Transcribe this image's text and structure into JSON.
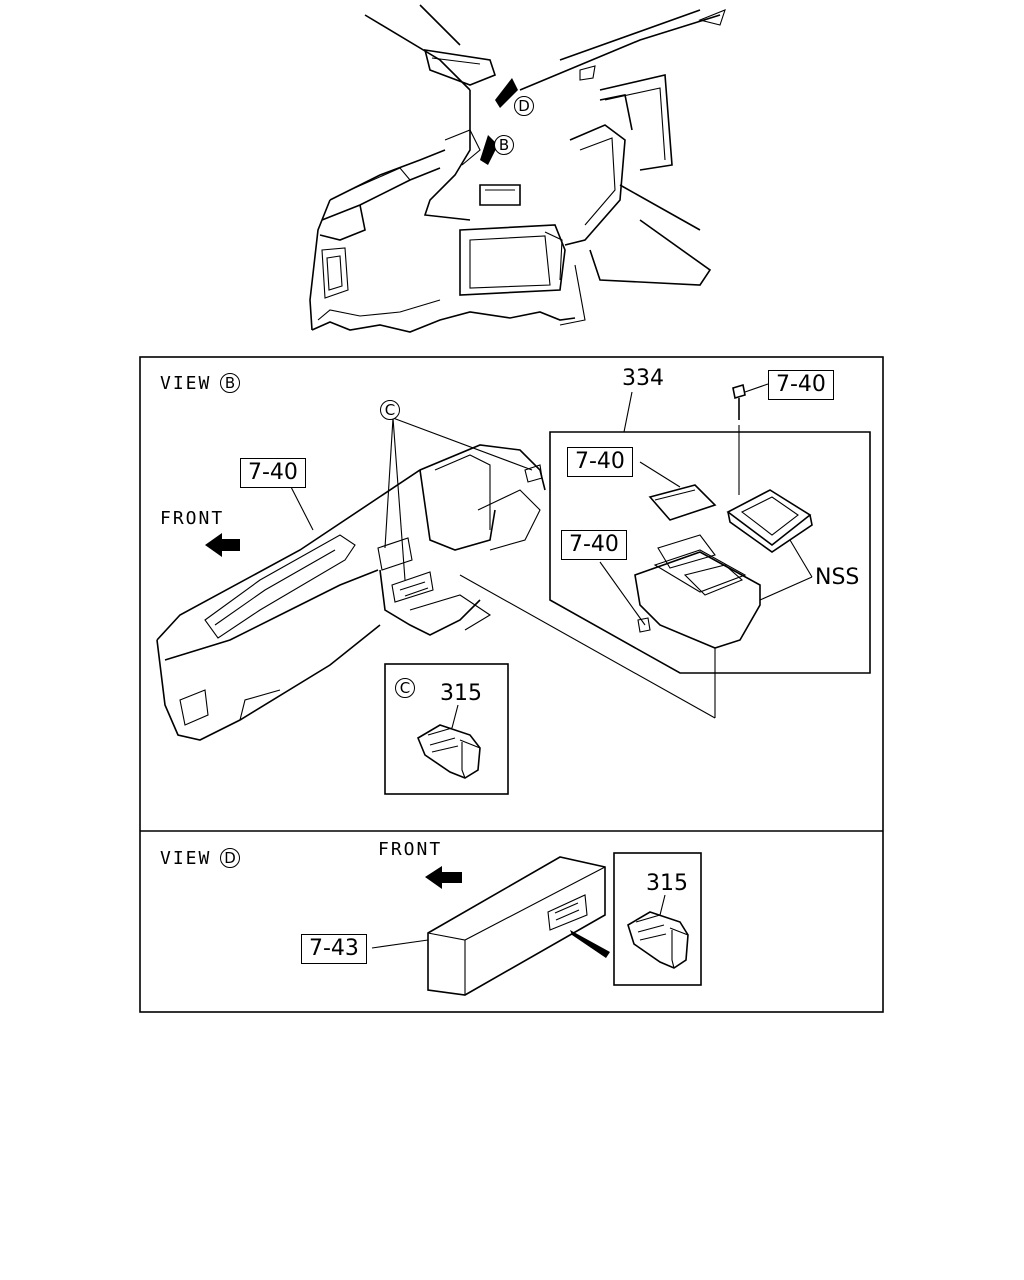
{
  "view_b": {
    "title_word": "VIEW",
    "title_letter": "B",
    "front_label": "FRONT",
    "callout_c_letter": "C",
    "part_334": "334",
    "panel_ref": "7-40",
    "bolt_ref": "7-40",
    "lid_ref": "7-40",
    "console_ref": "7-40",
    "nss_label": "NSS",
    "inset_c": {
      "letter": "C",
      "part": "315"
    }
  },
  "view_d": {
    "title_word": "VIEW",
    "title_letter": "D",
    "front_label": "FRONT",
    "overhead_ref": "7-43",
    "inset_part": "315"
  },
  "overview": {
    "callout_d": "D",
    "callout_b": "B"
  }
}
